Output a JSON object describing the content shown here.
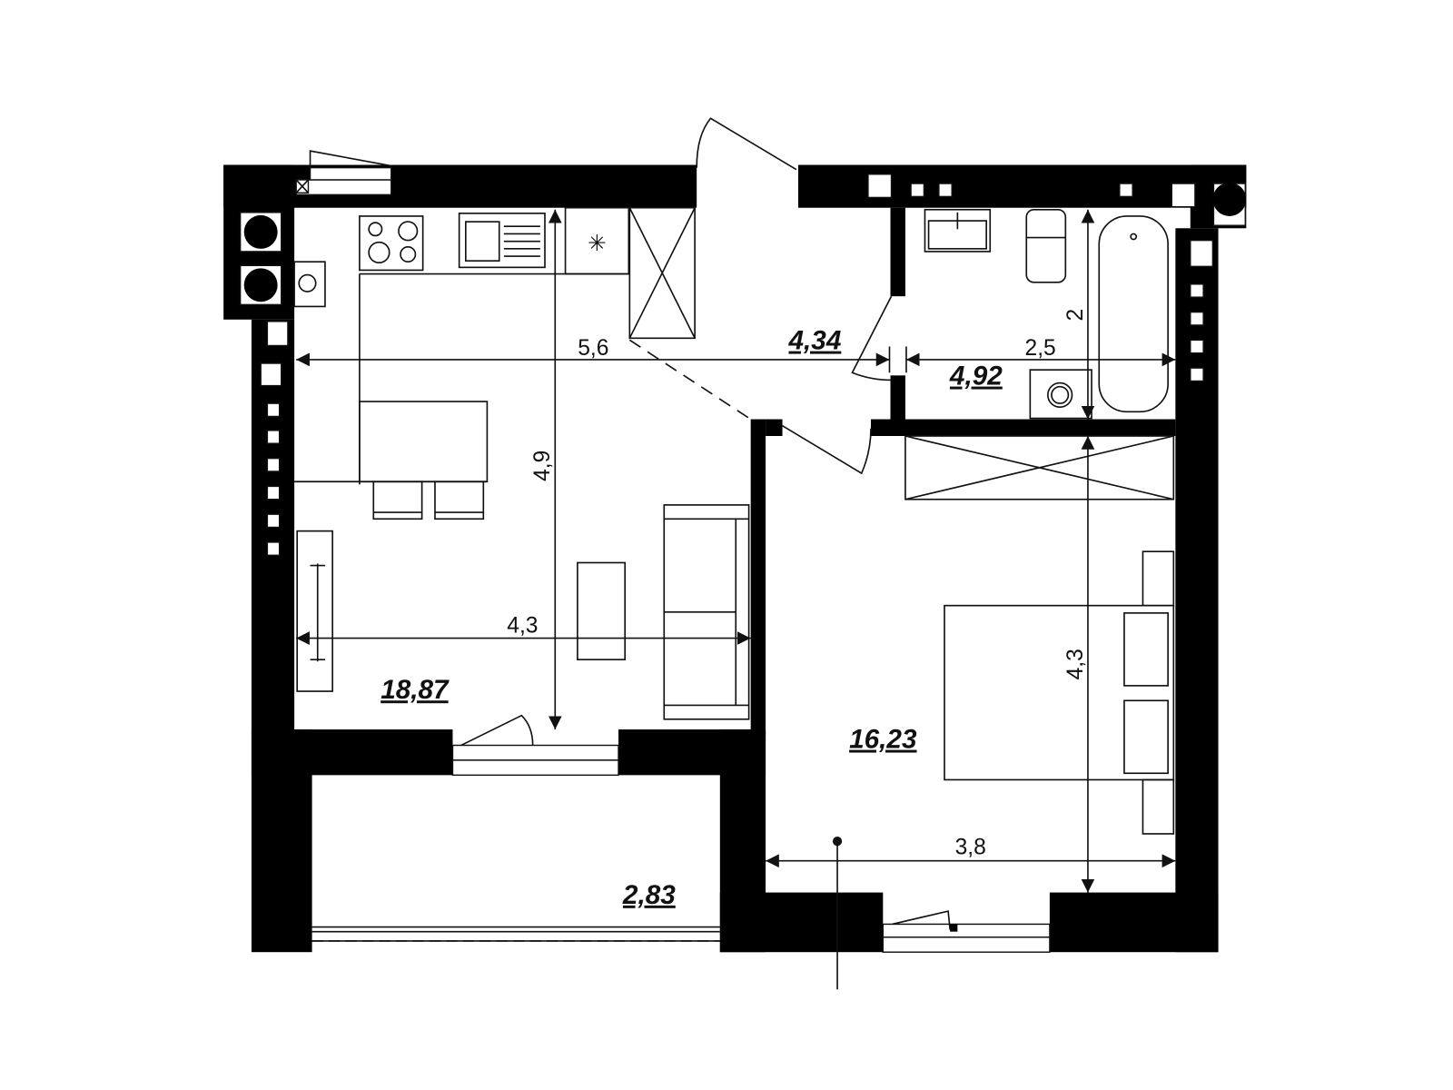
{
  "plan": {
    "rooms": [
      {
        "id": "kitchen-living",
        "area": "18,87"
      },
      {
        "id": "hall",
        "area": "4,34"
      },
      {
        "id": "bathroom",
        "area": "4,92"
      },
      {
        "id": "bedroom",
        "area": "16,23"
      },
      {
        "id": "balcony",
        "area": "2,83"
      }
    ],
    "dimensions": {
      "kitchen_width_top": "5,6",
      "kitchen_depth": "4,9",
      "kitchen_width_bottom": "4,3",
      "bath_width": "2,5",
      "bath_depth": "2",
      "bedroom_depth": "4,3",
      "bedroom_width": "3,8"
    },
    "colors": {
      "walls": "#000000",
      "lines": "#111111",
      "background": "#ffffff"
    }
  }
}
